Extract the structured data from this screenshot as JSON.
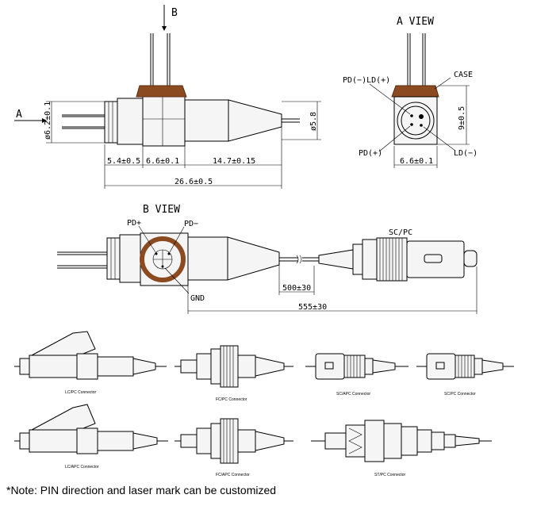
{
  "views": {
    "a_arrow": "A",
    "b_arrow": "B",
    "a_view_title": "A VIEW",
    "b_view_title": "B VIEW"
  },
  "dims": {
    "dia_body": "ø6.2±0.1",
    "dia_taper": "ø5.8",
    "seg1": "5.4±0.5",
    "seg2": "6.6±0.1",
    "seg3": "14.7±0.15",
    "total": "26.6±0.5",
    "aview_width": "6.6±0.1",
    "aview_height": "9±0.5",
    "fiber1": "500±30",
    "fiber2": "555±30"
  },
  "pins": {
    "pd_minus_ld_plus": "PD(−)LD(+)",
    "case": "CASE",
    "pd_plus_a": "PD(+)",
    "ld_minus": "LD(−)",
    "pd_plus_b": "PD+",
    "pd_minus_b": "PD−",
    "gnd": "GND"
  },
  "connector_label": "SC/PC",
  "connectors": [
    "LC/PC Connector",
    "FC/PC Connector",
    "SC/APC Connector",
    "SC/PC Connector",
    "LC/APC Connector",
    "FC/APC Connector",
    "ST/PC Connector"
  ],
  "note": "*Note: PIN direction and laser mark can be customized",
  "colors": {
    "copper": "#8b4a1f",
    "line": "#000000"
  }
}
